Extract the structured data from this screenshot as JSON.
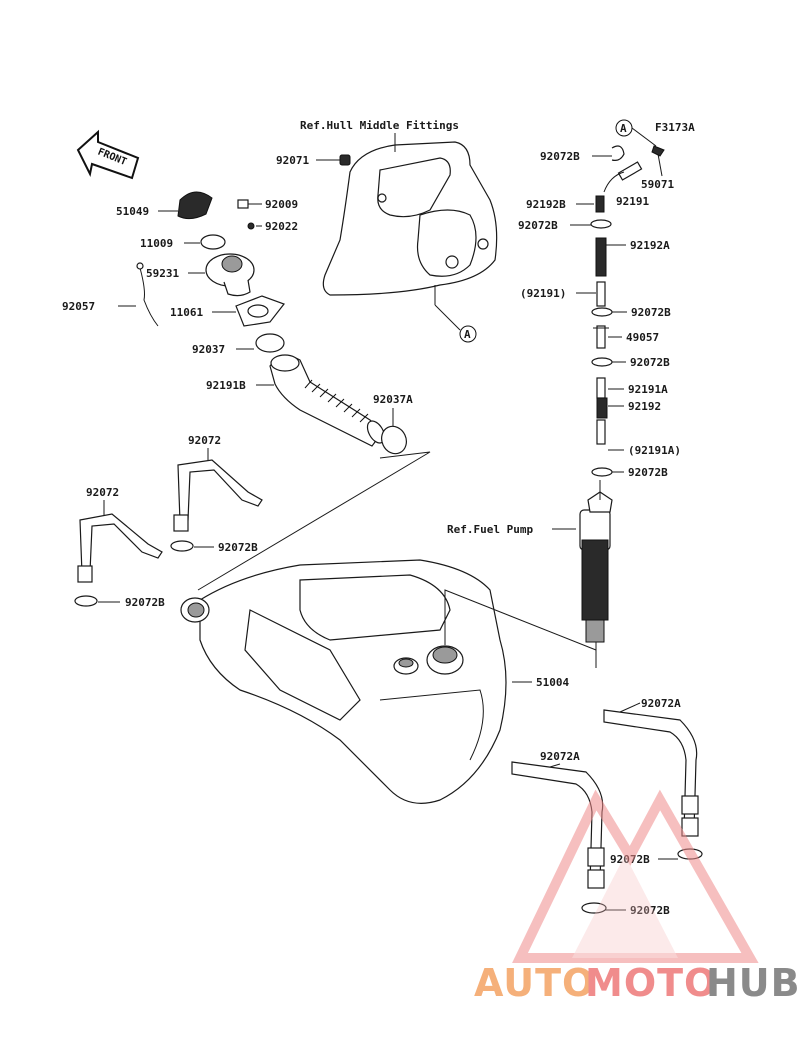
{
  "diagram_code": "F3173A",
  "ref_labels": {
    "hull": "Ref.Hull Middle Fittings",
    "pump": "Ref.Fuel Pump"
  },
  "circle_marker": "A",
  "front_label": "FRONT",
  "parts": {
    "p92071": "92071",
    "p51049": "51049",
    "p92009": "92009",
    "p92022": "92022",
    "p11009": "11009",
    "p59231": "59231",
    "p92057": "92057",
    "p11061": "11061",
    "p92037": "92037",
    "p92191B": "92191B",
    "p92037A": "92037A",
    "p92072a": "92072",
    "p92072b": "92072",
    "p92072B_1": "92072B",
    "p92072B_2": "92072B",
    "p51004": "51004",
    "p92072B_r1": "92072B",
    "p59071": "59071",
    "p92191": "92191",
    "p92192B": "92192B",
    "p92072B_r2": "92072B",
    "p92192A": "92192A",
    "p92191_paren": "(92191)",
    "p92072B_r3": "92072B",
    "p49057": "49057",
    "p92072B_r4": "92072B",
    "p92191A": "92191A",
    "p92192": "92192",
    "p92191A_paren": "(92191A)",
    "p92072B_r5": "92072B",
    "p92072A_1": "92072A",
    "p92072A_2": "92072A",
    "p92072B_b1": "92072B",
    "p92072B_b2": "92072B"
  },
  "watermark": {
    "part1": "AUTO",
    "part2": "MOTO",
    "part3": "HUB",
    "color1": "#f5b07a",
    "color2": "#f08c8c",
    "color3": "#8a8a8a"
  }
}
